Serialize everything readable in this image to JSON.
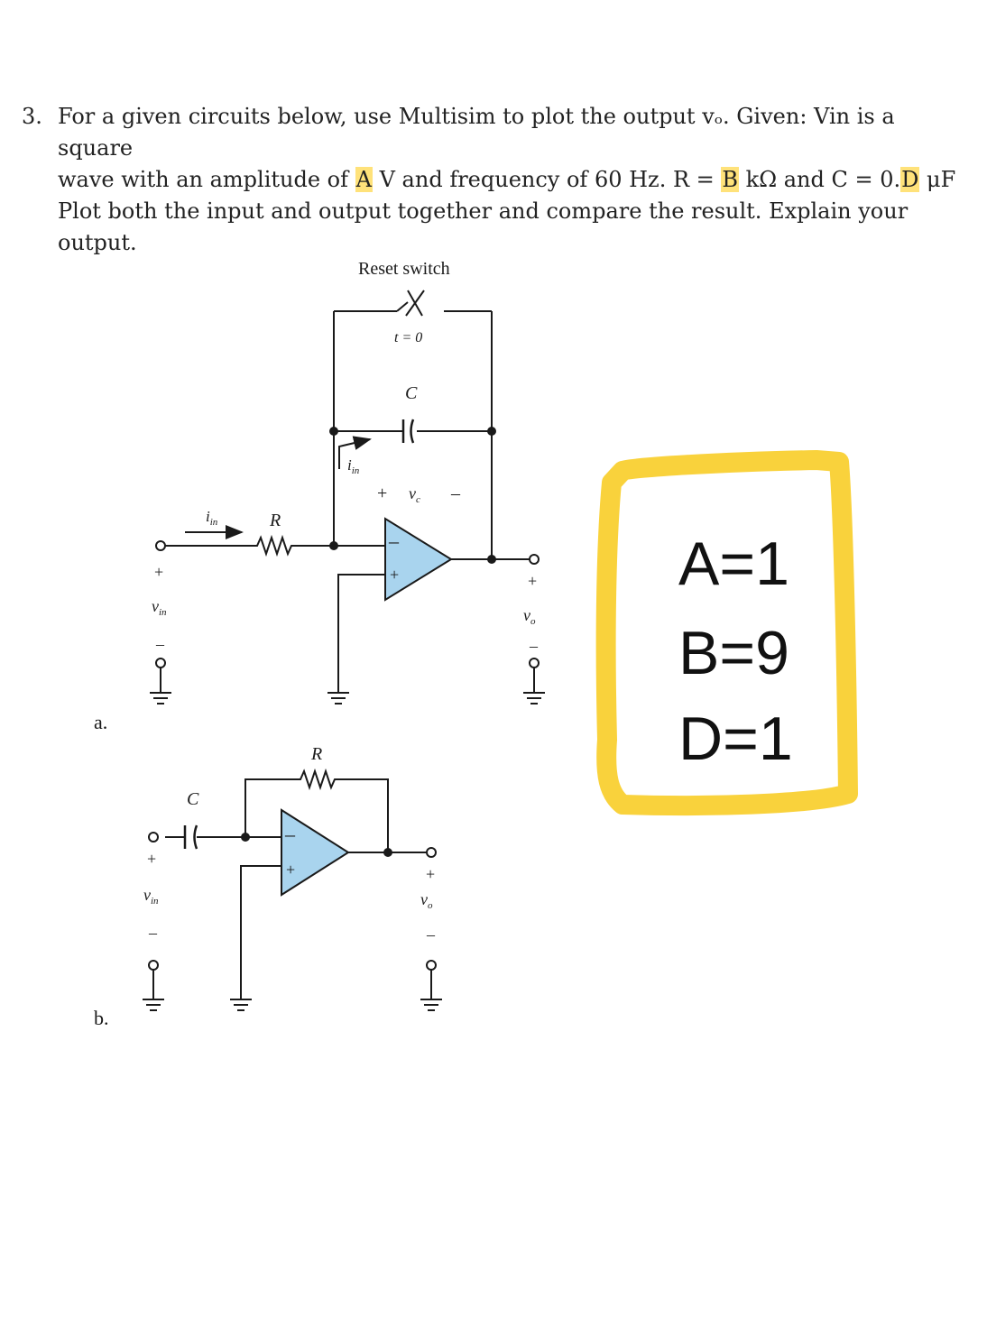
{
  "problem": {
    "number": "3.",
    "line1": "For a given circuits below, use Multisim to plot the output vₒ. Given: Vin is a square",
    "line2_pre": "wave with an amplitude of ",
    "A": "A",
    "line2_mid": " V and frequency of 60 Hz. R = ",
    "B": "B",
    "line2_mid2": " kΩ and C = 0.",
    "D": "D",
    "line2_post": " μF",
    "line3": "Plot both the input and output together and compare the result. Explain your output."
  },
  "circuit_a": {
    "label": "a.",
    "reset_switch": "Reset switch",
    "t_zero": "t = 0",
    "cap": "C",
    "iin_feedback": "i",
    "iin_sub": "in",
    "vc_plus": "+",
    "vc": "v",
    "vc_sub": "c",
    "vc_minus": "–",
    "iin_input": "i",
    "res": "R",
    "opamp_minus": "–",
    "opamp_plus": "+",
    "vin_plus": "+",
    "vin": "v",
    "vin_sub": "in",
    "vin_minus": "–",
    "vo_plus": "+",
    "vo": "v",
    "vo_sub": "o",
    "vo_minus": "–"
  },
  "circuit_b": {
    "label": "b.",
    "res": "R",
    "cap": "C",
    "opamp_minus": "–",
    "opamp_plus": "+",
    "vin_plus": "+",
    "vin": "v",
    "vin_sub": "in",
    "vin_minus": "–",
    "vo_plus": "+",
    "vo": "v",
    "vo_sub": "o",
    "vo_minus": "–"
  },
  "answers": {
    "a": "A=1",
    "b": "B=9",
    "d": "D=1",
    "highlight_color": "#f9d23c"
  },
  "colors": {
    "opamp_fill": "#a9d4ee",
    "text_highlight": "#ffe27a",
    "wire": "#1a1a1a"
  }
}
